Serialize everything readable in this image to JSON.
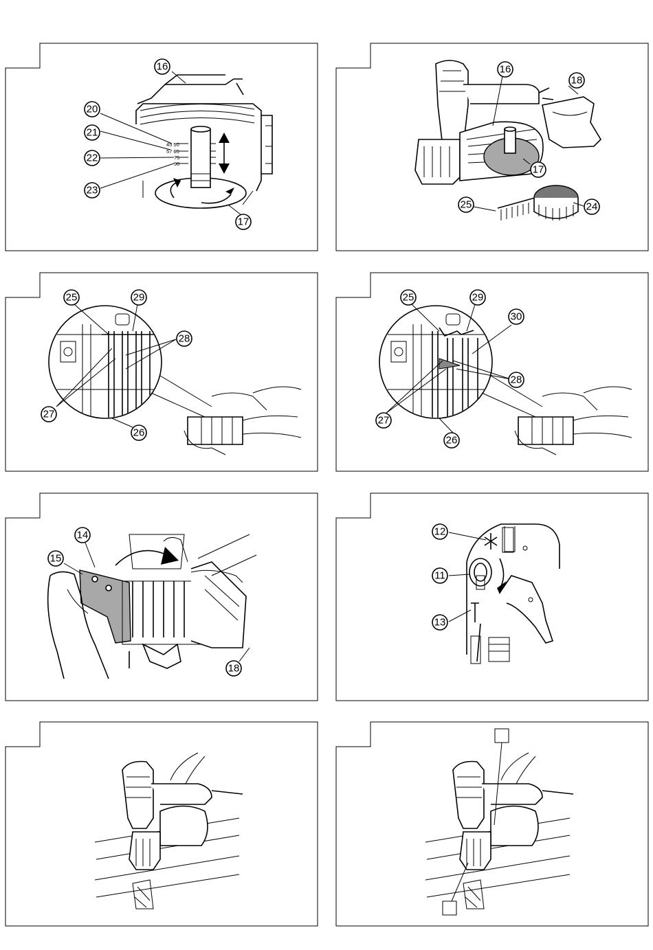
{
  "panels": [
    {
      "callouts": [
        "16",
        "20",
        "21",
        "22",
        "23",
        "17"
      ],
      "scale_rows": [
        "45 50",
        "57 65",
        "75",
        "90"
      ]
    },
    {
      "callouts": [
        "16",
        "18",
        "17",
        "25",
        "24"
      ]
    },
    {
      "callouts": [
        "25",
        "29",
        "28",
        "27",
        "26"
      ]
    },
    {
      "callouts": [
        "25",
        "29",
        "30",
        "28",
        "27",
        "26"
      ]
    },
    {
      "callouts": [
        "14",
        "15",
        "18"
      ]
    },
    {
      "callouts": [
        "12",
        "11",
        "13"
      ]
    },
    {
      "callouts": []
    },
    {
      "callouts": []
    }
  ]
}
